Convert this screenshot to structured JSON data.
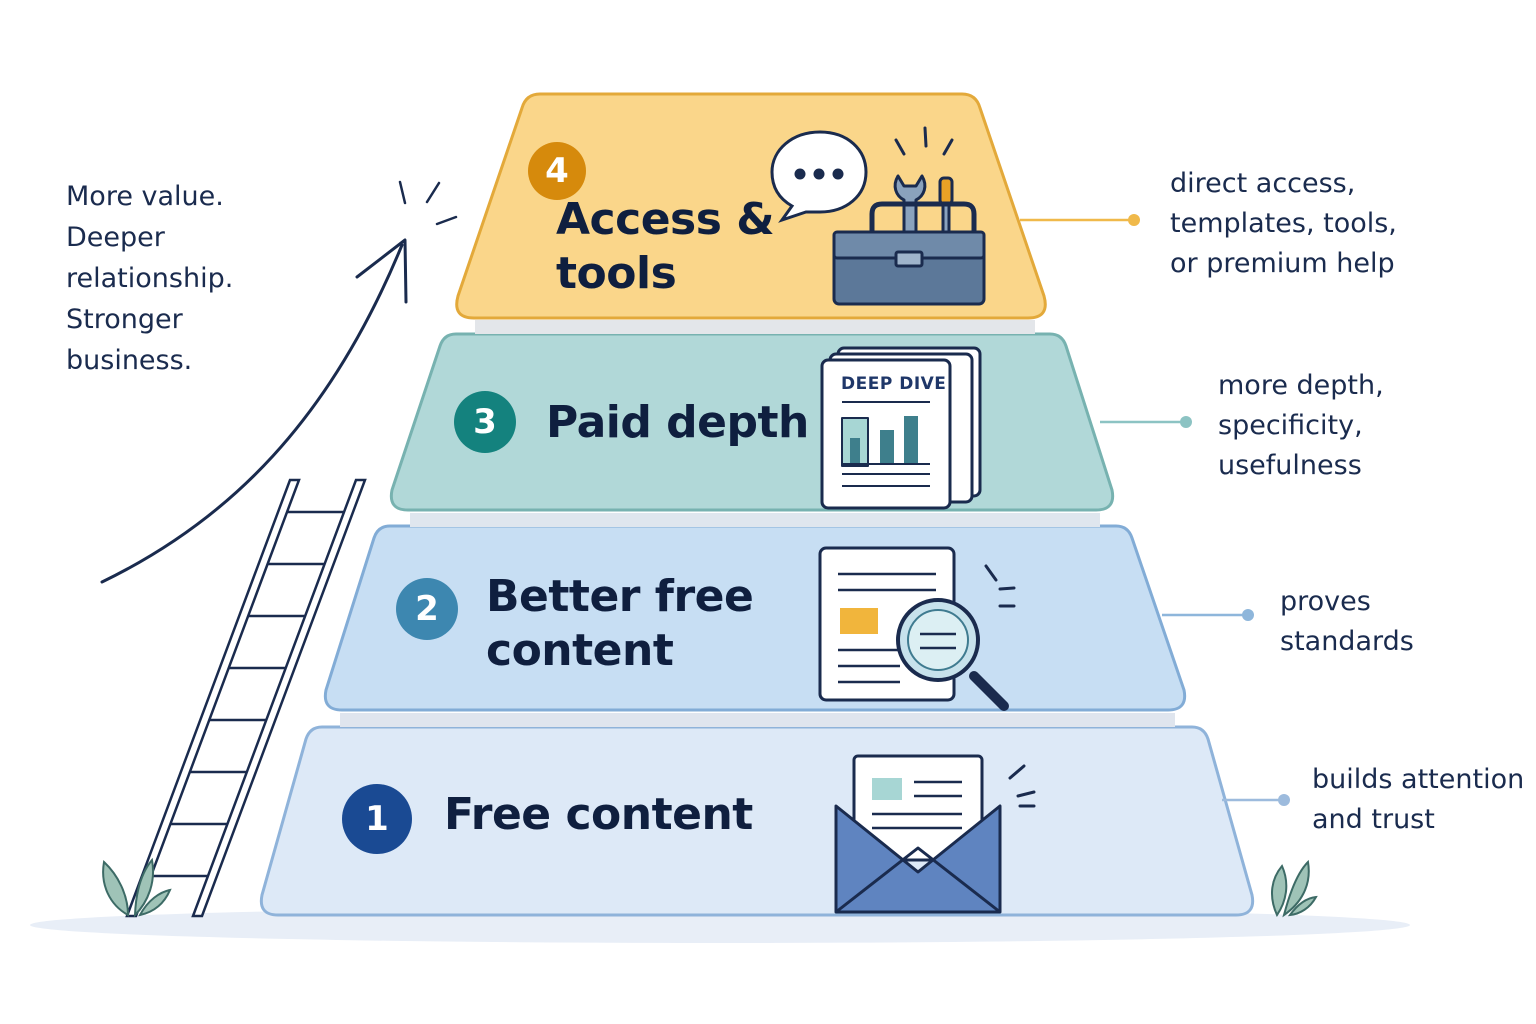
{
  "left_note": "More value.\nDeeper\nrelationship.\nStronger\nbusiness.",
  "tiers": [
    {
      "number": "1",
      "title": "Free content",
      "note": "builds attention\nand trust",
      "icon": "envelope-icon",
      "color": "#dde9f7",
      "badge_color": "#1a4a93"
    },
    {
      "number": "2",
      "title": "Better free\ncontent",
      "note": "proves\nstandards",
      "icon": "magnifier-document-icon",
      "color": "#c7def3",
      "badge_color": "#3d87b0"
    },
    {
      "number": "3",
      "title": "Paid depth",
      "note": "more depth,\nspecificity,\nusefulness",
      "icon": "deep-dive-report-icon",
      "icon_label": "DEEP DIVE",
      "color": "#b1d8d8",
      "badge_color": "#14827e"
    },
    {
      "number": "4",
      "title": "Access &\ntools",
      "note": "direct access,\ntemplates, tools,\nor premium help",
      "icon": "toolbox-chat-icon",
      "color": "#fad68a",
      "badge_color": "#d68a0c"
    }
  ],
  "decorations": [
    "ladder-icon",
    "upward-arrow-icon",
    "plant-icon"
  ]
}
